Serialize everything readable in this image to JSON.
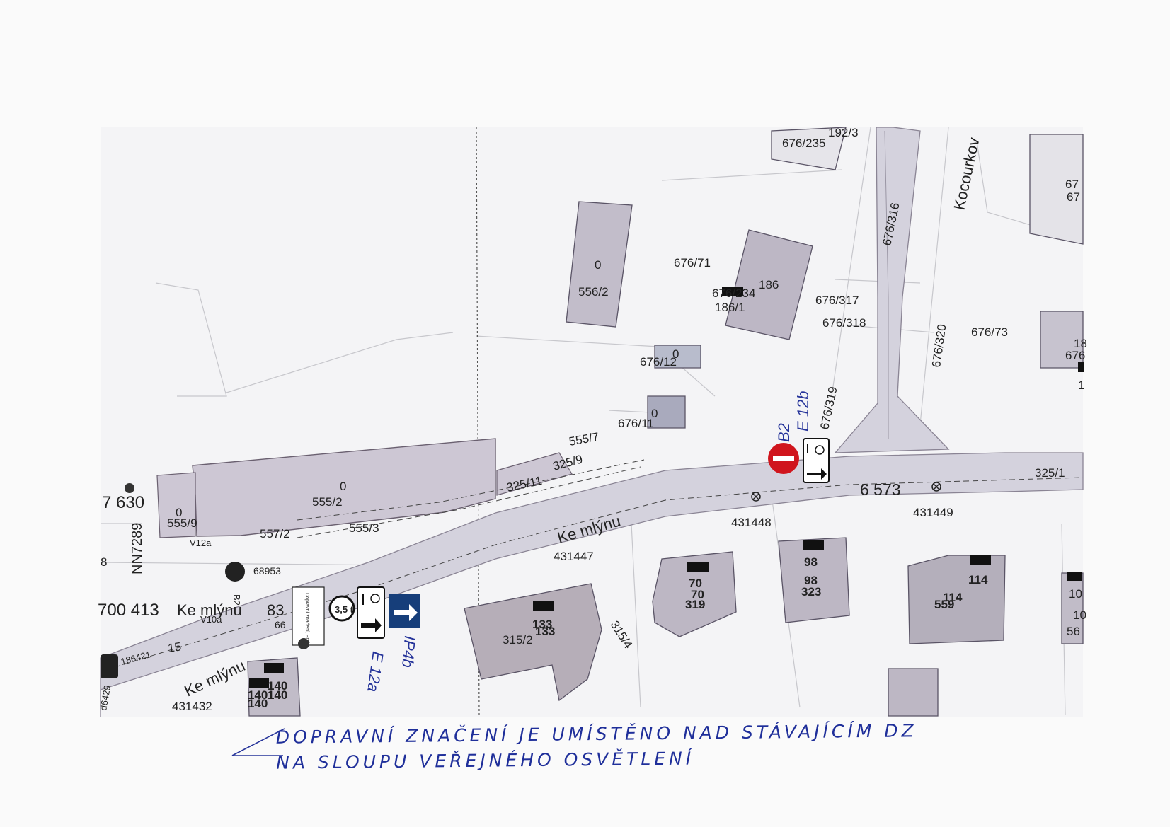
{
  "map": {
    "parcels": [
      "676/235",
      "192/3",
      "0",
      "556/2",
      "676/71",
      "186",
      "676/234",
      "186/1",
      "676/317",
      "676/318",
      "676/316",
      "676/320",
      "676/73",
      "0",
      "676/12",
      "0",
      "676/11",
      "676/319",
      "555/7",
      "325/9",
      "325/11",
      "325/1",
      "0",
      "555/2",
      "0",
      "555/9",
      "557/2",
      "555/3",
      "315/2",
      "315/4",
      "15",
      "67",
      "67",
      "18",
      "676",
      "1",
      "10",
      "10",
      "56"
    ],
    "houses": [
      "133",
      "133",
      "70",
      "70",
      "319",
      "98",
      "98",
      "323",
      "114",
      "114",
      "559",
      "140",
      "140",
      "140",
      "140"
    ],
    "streets": [
      "Kocourkov",
      "Ke mlýnu",
      "Ke mlýnu",
      "Ke mlýnu"
    ],
    "ids": [
      "7 630",
      "NN7289",
      "6 573",
      "431448",
      "431449",
      "431447",
      "431432",
      "700 413",
      "83",
      "68953",
      "V12a",
      "V10a",
      "B2",
      "66",
      "186421",
      "d",
      "d6429",
      "8"
    ],
    "sign_labels": [
      "3,5 t",
      "Dopravní značení, Praha"
    ]
  },
  "annotations": {
    "pole_right_b2": "B2",
    "pole_right_e12": "E 12b",
    "pole_left_ip": "IP4b",
    "pole_left_e12": "E 12a"
  },
  "note": {
    "line1": "DOPRAVNÍ ZNAČENÍ JE UMÍSTĚNO NAD STÁVAJÍCÍM DZ",
    "line2": "NA SLOUPU VEŘEJNÉHO OSVĚTLENÍ"
  },
  "colors": {
    "parcel_fill": "#c9c6d3",
    "building_fill": "#b7b2bd",
    "road_fill": "#d2d0dc",
    "ink": "#1f2f9a",
    "sign_red": "#d0151d",
    "sign_blue": "#163e7a"
  }
}
